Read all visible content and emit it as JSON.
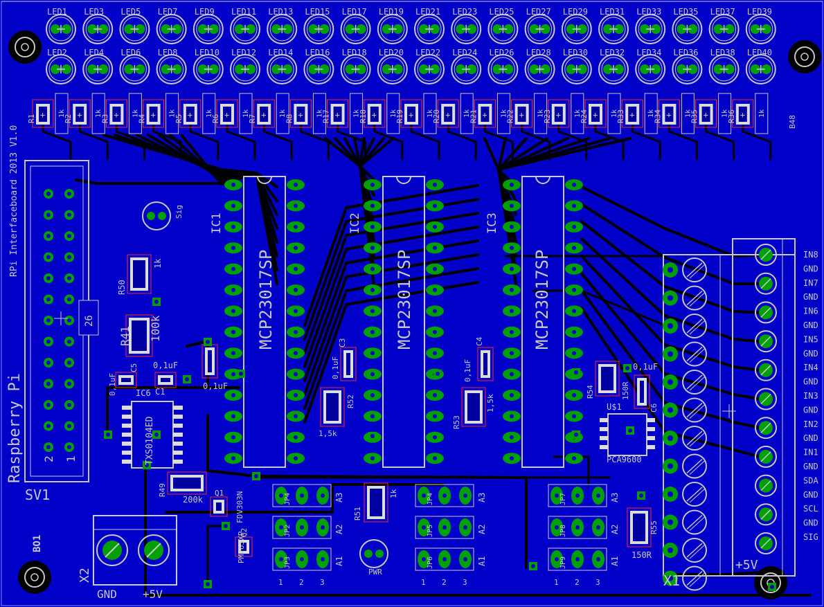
{
  "colors": {
    "board": "#0000c8",
    "trace": "#000000",
    "silk": "#c8c8c8",
    "pad": "#00a000",
    "outline": "#ff2a2a"
  },
  "leds_top": [
    "LED1",
    "LED3",
    "LED5",
    "LED7",
    "LED9",
    "LED11",
    "LED13",
    "LED15",
    "LED17",
    "LED19",
    "LED21",
    "LED23",
    "LED25",
    "LED27",
    "LED29",
    "LED31",
    "LED33",
    "LED35",
    "LED37",
    "LED39"
  ],
  "leds_bottom": [
    "LED2",
    "LED4",
    "LED6",
    "LED8",
    "LED10",
    "LED12",
    "LED14",
    "LED16",
    "LED18",
    "LED20",
    "LED22",
    "LED24",
    "LED26",
    "LED28",
    "LED30",
    "LED32",
    "LED34",
    "LED36",
    "LED38",
    "LED40"
  ],
  "resistor_row": [
    "R1",
    "R2",
    "R3",
    "R4",
    "R5",
    "R6",
    "R7",
    "R8",
    "R17",
    "R18",
    "R19",
    "R20",
    "R21",
    "R22",
    "R23",
    "R24",
    "R33",
    "R34",
    "R35",
    "R36"
  ],
  "resistor_value": "1k",
  "board_title": "RPi Interfaceboard 2013 V1.0",
  "connector": {
    "name": "SV1",
    "title": "Raspberry Pi",
    "pin_first": "1",
    "pin_second": "2",
    "pin_last": "26"
  },
  "ics": [
    {
      "ref": "IC1",
      "part": "MCP23017SP"
    },
    {
      "ref": "IC2",
      "part": "MCP23017SP"
    },
    {
      "ref": "IC3",
      "part": "MCP23017SP"
    }
  ],
  "small_parts": {
    "r50": "R50",
    "r50_val": "1k",
    "r41": "R41",
    "r41_val": "100k",
    "c5": "C5",
    "c5_val": "0,1uF",
    "c1": "C1",
    "c1_val": "0,1uF",
    "c2_val": "0,1uF",
    "c3": "C3",
    "c3_val": "0,1uF",
    "c4": "C4",
    "c4_val": "0,1uF",
    "c6": "C6",
    "c6_val": "0,1uF",
    "r52": "R52",
    "r52_val": "1,5k",
    "r53": "R53",
    "r53_val": "1,5k",
    "r54": "R54",
    "r54_val": "150R",
    "r55": "R55",
    "r55_val": "150R",
    "r49": "R49",
    "r49_val": "200k",
    "r51": "R51",
    "r51_val": "1k",
    "ic6": "IC6",
    "ic6_part": "TXS0104ED",
    "u1": "U$1",
    "u1_part": "PCA9600",
    "q1": "Q1",
    "q1_part": "FDV303N",
    "q2": "Q2",
    "q2_part": "PMV65XP",
    "sig_led": "Sig",
    "pwr_led": "PWR",
    "bo1": "BO1",
    "x2": "X2",
    "x2_gnd": "GND",
    "x2_5v": "+5V",
    "x1": "X1",
    "x1_5v": "+5V",
    "jp_a3": "A3",
    "jp_a2": "A2",
    "jp_a1": "A1",
    "jp_n1": "1",
    "jp_n2": "2",
    "jp_n3": "3",
    "jp_left": [
      "JP4",
      "JP2",
      "JP3"
    ],
    "jp_mid": [
      "JP4",
      "JP5",
      "JP6"
    ],
    "jp_right": [
      "JP7",
      "JP8",
      "JP9"
    ],
    "b48": "B48"
  },
  "x1_labels": [
    "IN8",
    "GND",
    "IN7",
    "GND",
    "IN6",
    "GND",
    "IN5",
    "GND",
    "IN4",
    "GND",
    "IN3",
    "GND",
    "IN2",
    "GND",
    "IN1",
    "GND",
    "SDA",
    "GND",
    "SCL",
    "GND",
    "SIG"
  ]
}
